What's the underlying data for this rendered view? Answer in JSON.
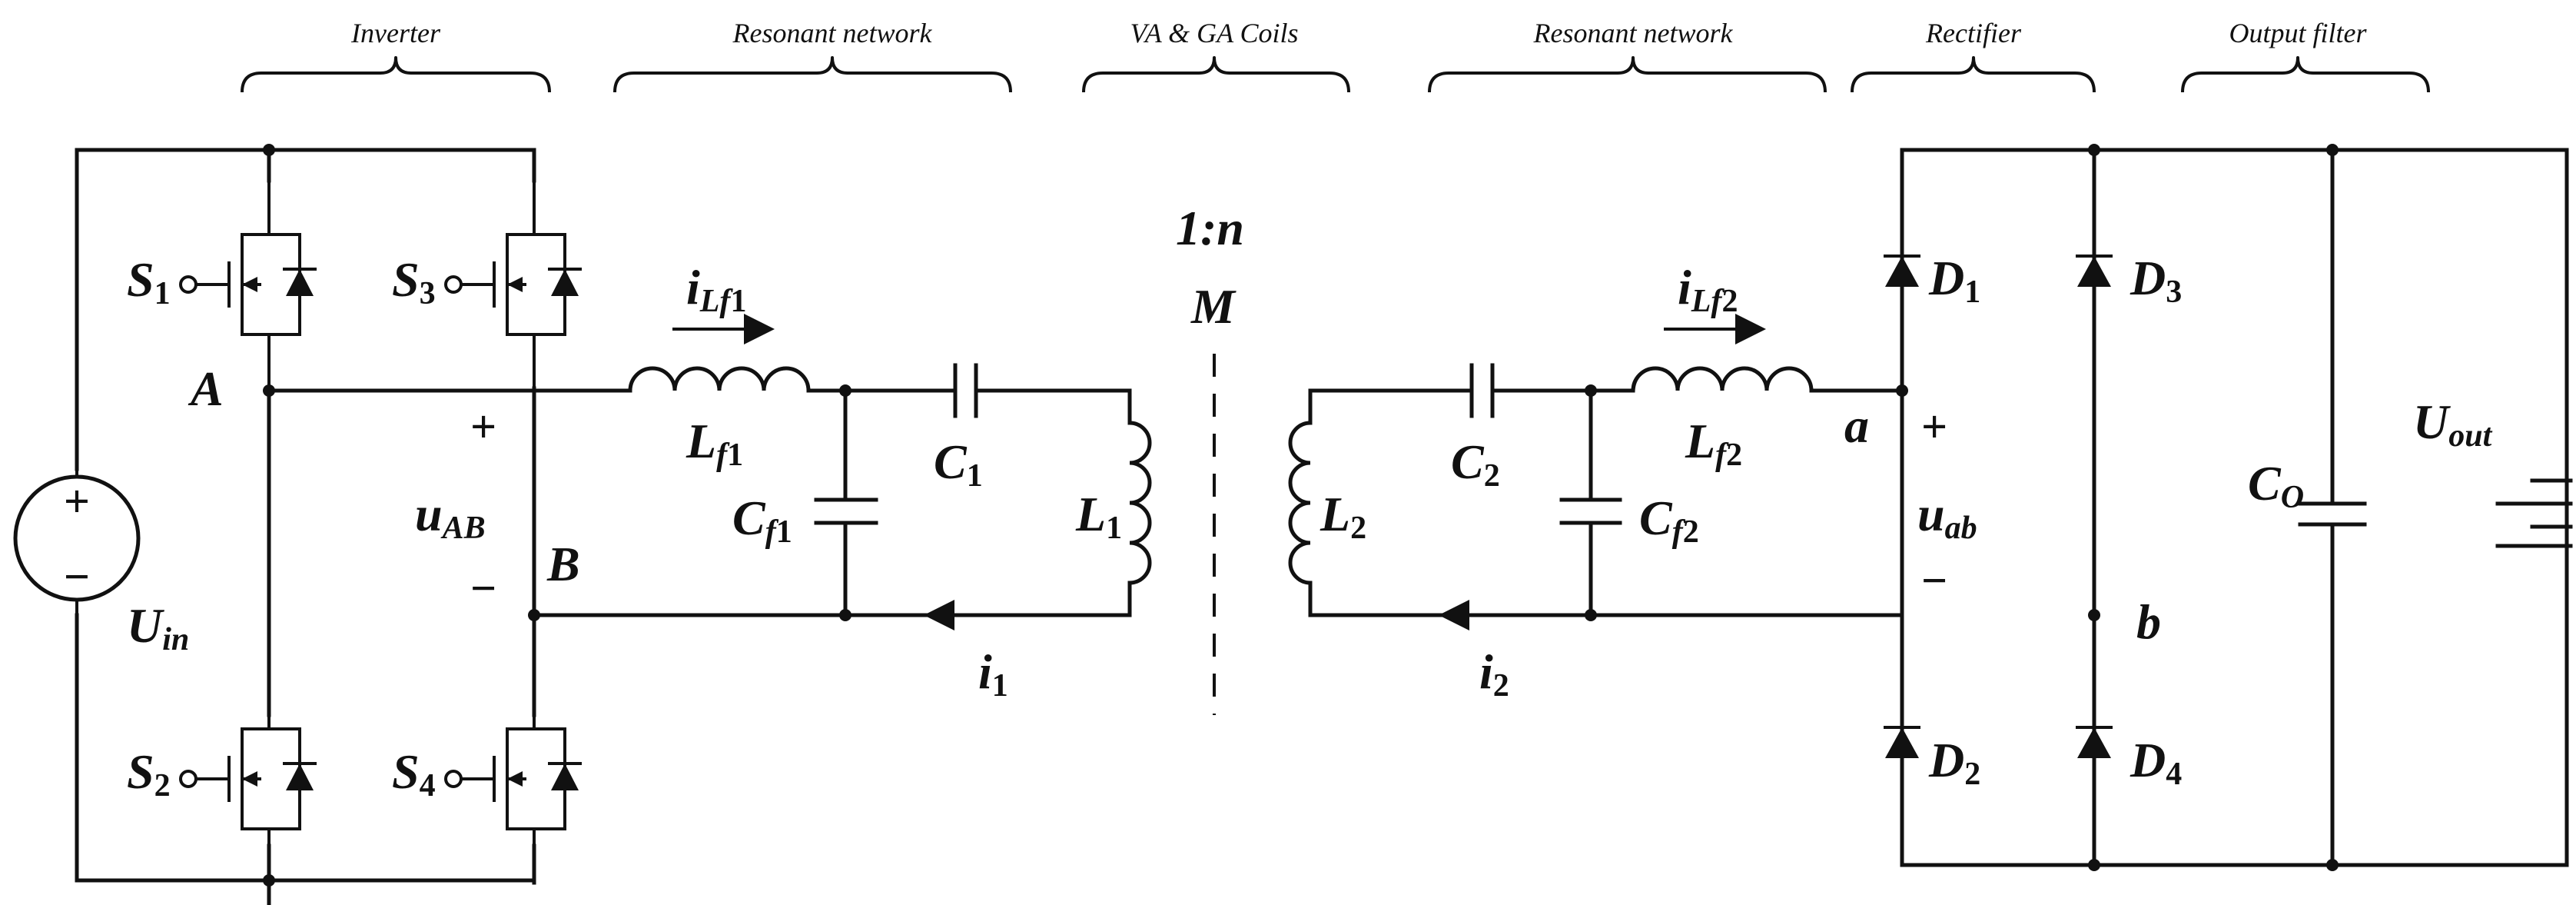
{
  "sections": {
    "inverter": "Inverter",
    "resonant_network_primary": "Resonant network",
    "coils": "VA & GA Coils",
    "resonant_network_secondary": "Resonant network",
    "rectifier": "Rectifier",
    "output_filter": "Output filter"
  },
  "labels": {
    "s1": {
      "main": "S",
      "sub": "1"
    },
    "s2": {
      "main": "S",
      "sub": "2"
    },
    "s3": {
      "main": "S",
      "sub": "3"
    },
    "s4": {
      "main": "S",
      "sub": "4"
    },
    "node_A": "A",
    "node_B": "B",
    "node_a": "a",
    "node_b": "b",
    "u_AB": {
      "main": "u",
      "sub": "AB"
    },
    "u_ab": {
      "main": "u",
      "sub": "ab"
    },
    "u_in": {
      "main": "U",
      "sub": "in"
    },
    "u_out": {
      "main": "U",
      "sub": "out"
    },
    "i_Lf1": {
      "main": "i",
      "sub": "Lf",
      "sub2": "1"
    },
    "i_Lf2": {
      "main": "i",
      "sub": "Lf",
      "sub2": "2"
    },
    "L_f1": {
      "main": "L",
      "sub": "f",
      "sub2": "1"
    },
    "L_f2": {
      "main": "L",
      "sub": "f",
      "sub2": "2"
    },
    "C_f1": {
      "main": "C",
      "sub": "f",
      "sub2": "1"
    },
    "C_f2": {
      "main": "C",
      "sub": "f",
      "sub2": "2"
    },
    "C1": {
      "main": "C",
      "sub": "1"
    },
    "C2": {
      "main": "C",
      "sub": "2"
    },
    "L1": {
      "main": "L",
      "sub": "1"
    },
    "L2": {
      "main": "L",
      "sub": "2"
    },
    "i1": {
      "main": "i",
      "sub": "1"
    },
    "i2": {
      "main": "i",
      "sub": "2"
    },
    "turns_ratio": {
      "num": "1:",
      "var": "n"
    },
    "mutual": "M",
    "D1": {
      "main": "D",
      "sub": "1"
    },
    "D2": {
      "main": "D",
      "sub": "2"
    },
    "D3": {
      "main": "D",
      "sub": "3"
    },
    "D4": {
      "main": "D",
      "sub": "4"
    },
    "Co": {
      "main": "C",
      "sub": "O"
    },
    "plus": "+",
    "minus": "−"
  }
}
